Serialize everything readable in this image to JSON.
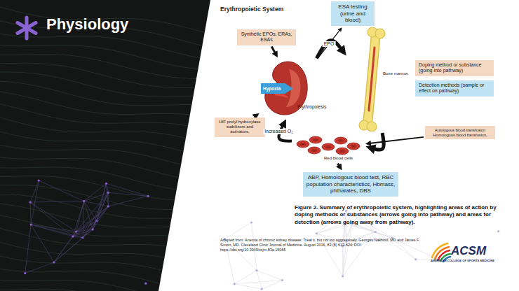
{
  "diagram": {
    "title": "Erythropoietic System",
    "caption": "Figure 2. Summary of erythropoietic system, highlighting areas of action by doping methods or substances (arrows going into pathway) and areas for detection (arrows going away from pathway).",
    "nodes": [
      {
        "text": [
          "ESA testing (urine and blood)"
        ]
      },
      {
        "text": [
          "Synthetic EPOs, ERAs, ESAs"
        ]
      },
      {
        "text": [
          "Erythropoiesis"
        ]
      },
      {
        "text": [
          "Hypoxia"
        ],
        "in": 2
      },
      {
        "text": [
          "Bone marrow"
        ]
      },
      {
        "text": [
          "HIF prolyl hydroxylase stabilizers and activators,"
        ]
      },
      {
        "text": [
          "Autologous blood transfusion Homologous blood transfusion,"
        ]
      },
      {
        "text": [
          "Red blood cells"
        ]
      },
      {
        "text": [
          "ABP, Homologous blood test, RBC population characteristics, Hbmass, phthalates, DBS"
        ]
      }
    ],
    "edges": [
      {
        "from": 2,
        "to": 0,
        "label": "EPO",
        "arrow": "to"
      },
      {
        "from": 2,
        "to": 4,
        "arrow": "to"
      },
      {
        "from": 4,
        "to": 7,
        "arrow": "to"
      },
      {
        "from": 7,
        "to": 2,
        "label": "Increased O₂",
        "arrow": "to"
      },
      {
        "from": 1,
        "to": 2,
        "arrow": "to"
      },
      {
        "from": 5,
        "to": 2,
        "arrow": "to"
      },
      {
        "from": 6,
        "to": 7,
        "arrow": "to"
      },
      {
        "from": 7,
        "to": 8,
        "arrow": "to"
      }
    ],
    "labels": [
      "Physiology",
      "Adapted from: Anemia of chronic kidney disease: Treat it, but not too aggressively. Georges Nakhoul, MD and James F. Simon, MD. Cleveland Clinic Journal of Medicine. August 2016, 83 (8) 613-624; DOI: https://doi.org/10.3949/ccjm.83a.15065",
      "ACSM",
      "AMERICAN COLLEGE OF SPORTS MEDICINE"
    ],
    "legend": [
      {
        "text": "Doping method or substance (going into pathway)",
        "color": "#f5d8c1"
      },
      {
        "text": "Detection methods (sample or effect on pathway)",
        "color": "#bfe3f3"
      }
    ]
  }
}
